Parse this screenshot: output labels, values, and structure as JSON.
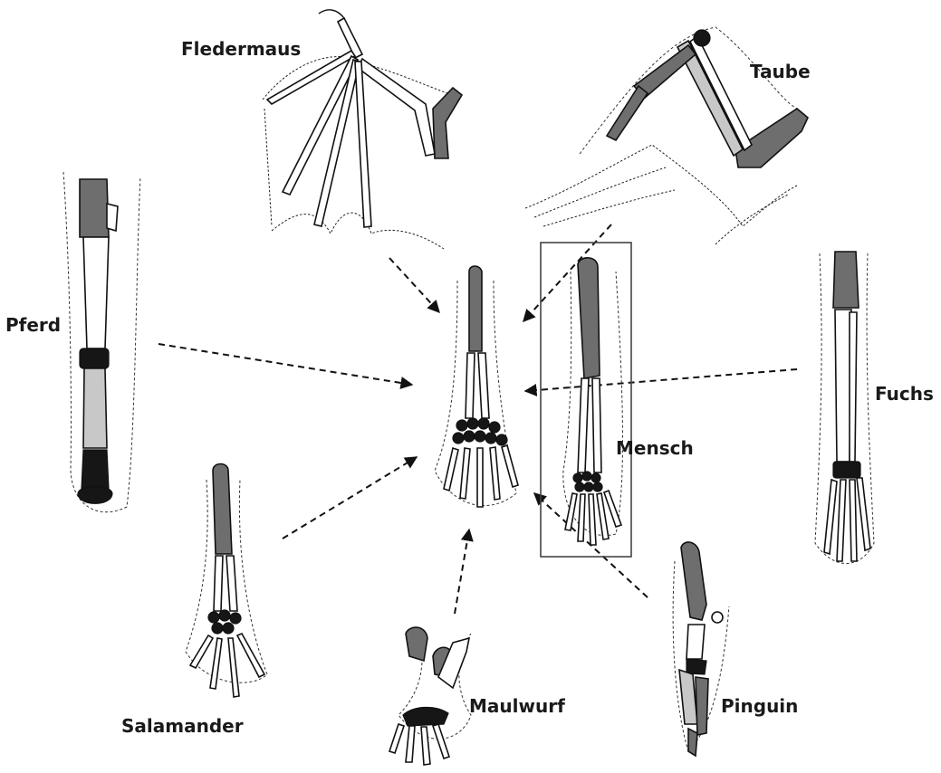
{
  "labels": {
    "fledermaus": "Fledermaus",
    "taube": "Taube",
    "pferd": "Pferd",
    "fuchs": "Fuchs",
    "mensch": "Mensch",
    "salamander": "Salamander",
    "maulwurf": "Maulwurf",
    "pinguin": "Pinguin"
  }
}
